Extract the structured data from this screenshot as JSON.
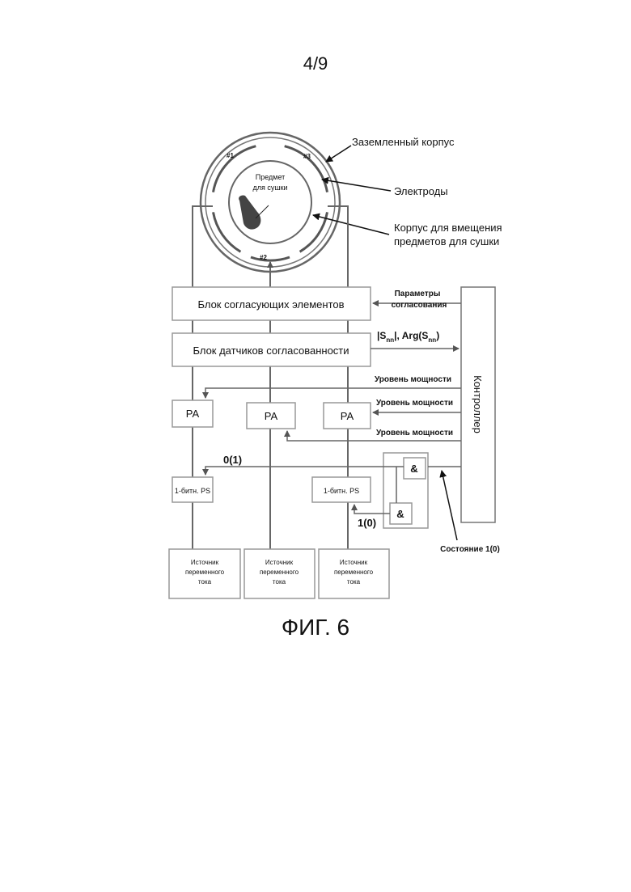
{
  "page_number": "4/9",
  "caption": "ФИГ. 6",
  "housing": {
    "grounded_label": "Заземленный корпус",
    "electrodes_label": "Электроды",
    "container_label_line1": "Корпус для вмещения",
    "container_label_line2": "предметов для сушки",
    "item_label_line1": "Предмет",
    "item_label_line2": "для сушки",
    "electrode_ids": [
      "#1",
      "#2",
      "#3"
    ]
  },
  "blocks": {
    "matching": "Блок согласующих элементов",
    "sensors": "Блок датчиков согласованности",
    "controller": "Контроллер",
    "amplifiers": [
      "PA",
      "PA",
      "PA"
    ],
    "phase_shifters": [
      "1-битн. PS",
      "1-битн. PS"
    ],
    "and_gate": "&",
    "sources": [
      [
        "Источник",
        "переменного",
        "тока"
      ],
      [
        "Источник",
        "переменного",
        "тока"
      ],
      [
        "Источник",
        "переменного",
        "тока"
      ]
    ]
  },
  "signals": {
    "matching_params_line1": "Параметры",
    "matching_params_line2": "согласования",
    "s_param_a": "|S",
    "s_param_sub1": "nn",
    "s_param_b": "|, Arg(S",
    "s_param_sub2": "nn",
    "s_param_c": ")",
    "power_level": "Уровень мощности",
    "state_label": "Состояние 1(0)",
    "bit_a": "0(1)",
    "bit_b": "1(0)"
  }
}
